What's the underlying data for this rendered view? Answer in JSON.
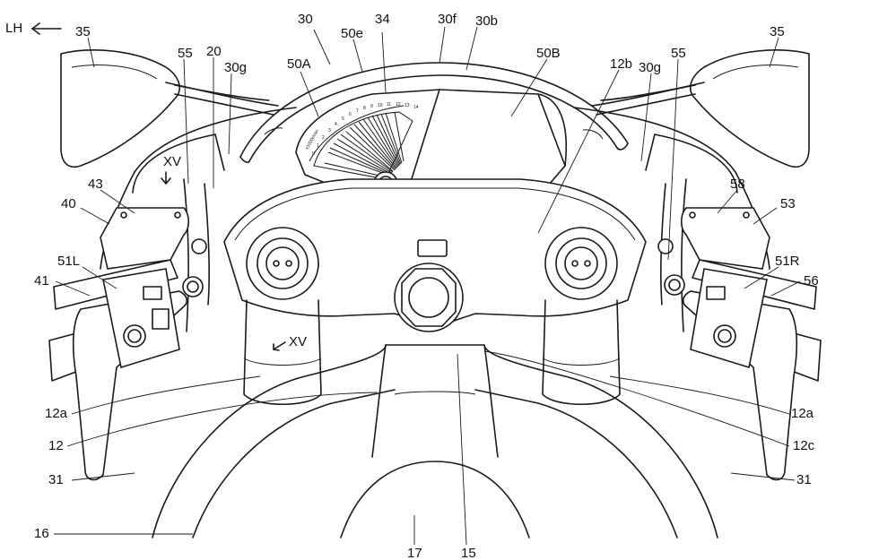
{
  "direction": {
    "label": "LH",
    "arrow": "arrow-left-icon"
  },
  "dial": {
    "ticks": [
      "0",
      "1",
      "2",
      "3",
      "4",
      "5",
      "6",
      "7",
      "8",
      "9",
      "10",
      "11",
      "12",
      "13",
      "14"
    ],
    "unit_text": "x1000r/min"
  },
  "section_marks": {
    "upper": "XV",
    "lower": "XV"
  },
  "labels": {
    "l35_left": "35",
    "l35_right": "35",
    "l30": "30",
    "l50e": "50e",
    "l34": "34",
    "l30f": "30f",
    "l30b": "30b",
    "l55_left": "55",
    "l20": "20",
    "l30g_left": "30g",
    "l50A": "50A",
    "l50B": "50B",
    "l12b": "12b",
    "l30g_right": "30g",
    "l55_right": "55",
    "l43": "43",
    "l40": "40",
    "l58": "58",
    "l53": "53",
    "l51L": "51L",
    "l41": "41",
    "l51R": "51R",
    "l56": "56",
    "l12a_left": "12a",
    "l12a_right": "12a",
    "l12": "12",
    "l12c": "12c",
    "l31_left": "31",
    "l31_right": "31",
    "l16": "16",
    "l17": "17",
    "l15": "15"
  }
}
